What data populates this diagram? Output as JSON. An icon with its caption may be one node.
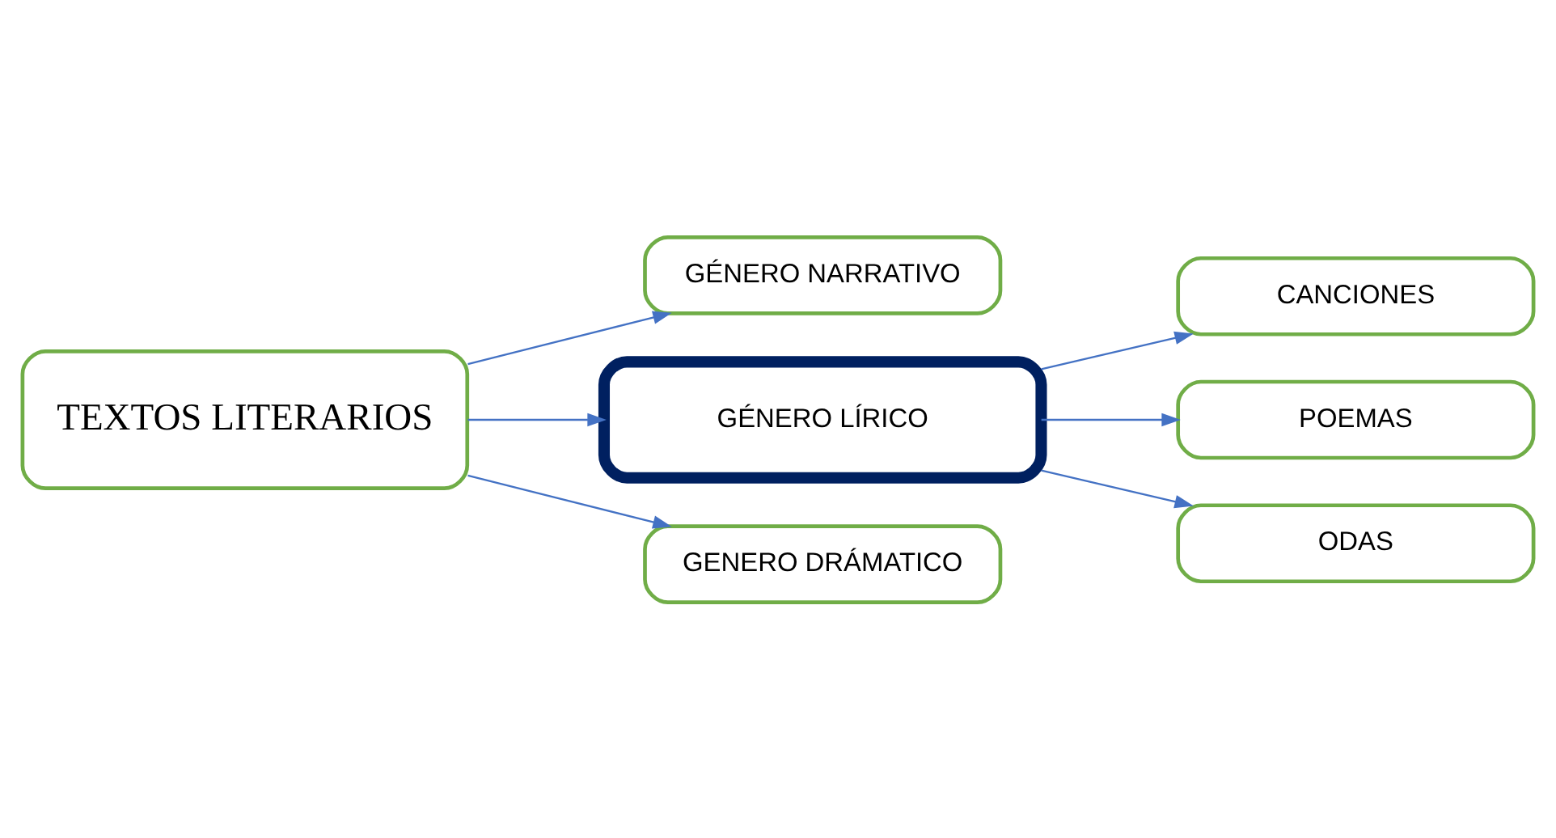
{
  "diagram": {
    "nodes": [
      {
        "text": [
          "TEXTOS LITERARIOS"
        ]
      },
      {
        "text": [
          "GÉNERO NARRATIVO"
        ]
      },
      {
        "text": [
          "GÉNERO LÍRICO"
        ]
      },
      {
        "text": [
          "GENERO DRÁMATICO"
        ]
      },
      {
        "text": [
          "CANCIONES"
        ]
      },
      {
        "text": [
          "POEMAS"
        ]
      },
      {
        "text": [
          "ODAS"
        ]
      }
    ],
    "edges": [
      {
        "from": 0,
        "to": 1,
        "arrow": "to"
      },
      {
        "from": 0,
        "to": 2,
        "arrow": "to"
      },
      {
        "from": 0,
        "to": 3,
        "arrow": "to"
      },
      {
        "from": 2,
        "to": 4,
        "arrow": "to"
      },
      {
        "from": 2,
        "to": 5,
        "arrow": "to"
      },
      {
        "from": 2,
        "to": 6,
        "arrow": "to"
      }
    ]
  }
}
